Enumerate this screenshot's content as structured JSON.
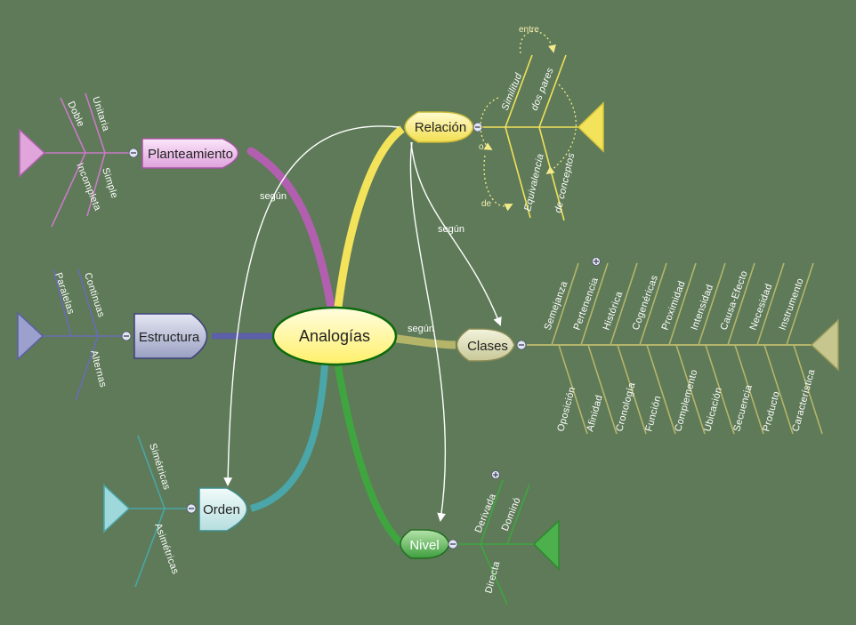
{
  "central": "Analogías",
  "planteamiento": {
    "label": "Planteamiento",
    "leaves": [
      "Unitaria",
      "Doble",
      "Simple",
      "Incompleta"
    ]
  },
  "estructura": {
    "label": "Estructura",
    "leaves": [
      "Paralelas",
      "Continuas",
      "Alternas"
    ]
  },
  "orden": {
    "label": "Orden",
    "leaves": [
      "Simétricas",
      "Asimétricas"
    ]
  },
  "relacion": {
    "label": "Relación",
    "leaves": [
      "Similitud",
      "dos pares",
      "Equivalencia",
      "de conceptos"
    ],
    "connectors": [
      "entre",
      "o",
      "de"
    ]
  },
  "clases": {
    "label": "Clases",
    "top_leaves": [
      "Semejanza",
      "Pertenencia",
      "Histórica",
      "Cogenéricas",
      "Proximidad",
      "Intensidad",
      "Causa-Efecto",
      "Necesidad",
      "Instrumento"
    ],
    "bottom_leaves": [
      "Oposición",
      "Afinidad",
      "Cronología",
      "Función",
      "Complemento",
      "Ubicación",
      "Secuencia",
      "Producto",
      "Característica"
    ]
  },
  "nivel": {
    "label": "Nivel",
    "leaves": [
      "Derivada",
      "Dominó",
      "Directa"
    ]
  },
  "link_labels": [
    "según",
    "según",
    "según"
  ],
  "colors": {
    "background": "#5e7a58",
    "planteamiento": "#b35fb0",
    "estructura": "#5d5fa8",
    "orden": "#4aa6a8",
    "relacion": "#f3e35a",
    "clases": "#b5b56a",
    "nivel": "#3fa63f",
    "central_fill": "#fff27a",
    "central_stroke": "#0c6a0c"
  }
}
